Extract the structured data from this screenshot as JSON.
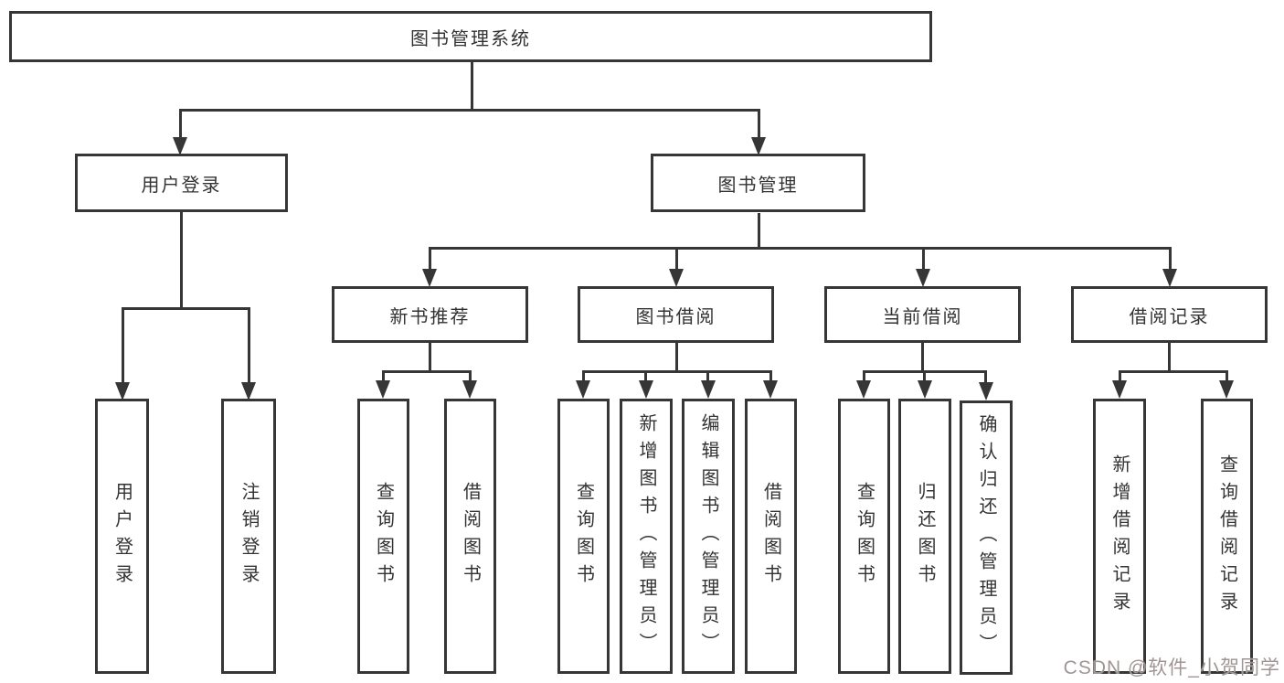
{
  "title": "图书管理系统",
  "level2": {
    "user": "用户登录",
    "book": "图书管理"
  },
  "level3": {
    "recommend": "新书推荐",
    "borrow": "图书借阅",
    "current": "当前借阅",
    "records": "借阅记录"
  },
  "leaves": {
    "user": [
      "用户登录",
      "注销登录"
    ],
    "recommend": [
      "查询图书",
      "借阅图书"
    ],
    "borrow": [
      "查询图书",
      "新增图书（管理员）",
      "编辑图书（管理员）",
      "借阅图书"
    ],
    "current": [
      "查询图书",
      "归还图书",
      "确认归还（管理员）"
    ],
    "records": [
      "新增借阅记录",
      "查询借阅记录"
    ]
  },
  "watermark": "CSDN @软件_小贺同学",
  "colors": {
    "line": "#363636",
    "text": "#333333",
    "background": "#ffffff",
    "watermark": "#a09595"
  }
}
